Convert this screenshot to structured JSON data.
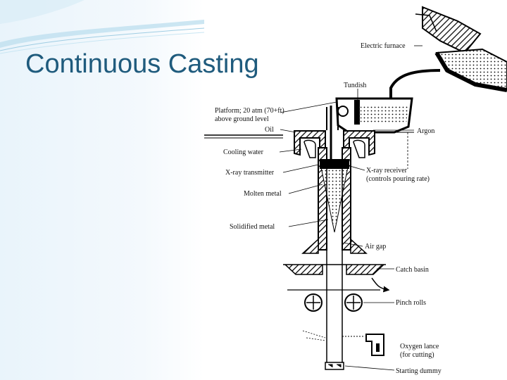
{
  "slide": {
    "title": "Continuous Casting",
    "accent_color": "#1f5b7d",
    "background_color": "#e9f4fb"
  },
  "diagram": {
    "labels": {
      "electric_furnace": "Electric furnace",
      "tundish": "Tundish",
      "platform_line1": "Platform; 20 atm (70+ft)",
      "platform_line2": "above ground level",
      "oil": "Oil",
      "argon": "Argon",
      "cooling_water": "Cooling water",
      "xray_transmitter": "X-ray transmitter",
      "xray_receiver_line1": "X-ray receiver",
      "xray_receiver_line2": "(controls pouring rate)",
      "molten_metal": "Molten metal",
      "solidified_metal": "Solidified metal",
      "air_gap": "Air gap",
      "catch_basin": "Catch basin",
      "pinch_rolls": "Pinch rolls",
      "oxygen_lance_line1": "Oxygen lance",
      "oxygen_lance_line2": "(for cutting)",
      "starting_dummy": "Starting dummy"
    }
  }
}
